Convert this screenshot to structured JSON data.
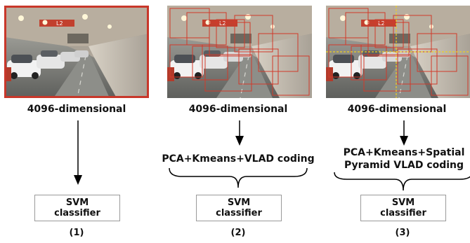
{
  "colors": {
    "highlight_box": "#d13a2a",
    "split_line": "#f0d020",
    "arrow": "#000000",
    "svm_border": "#9a9a9a"
  },
  "panels": [
    {
      "feature_label": "4096-dimensional",
      "coding_label_line1": "",
      "coding_label_line2": "",
      "svm_line1": "SVM",
      "svm_line2": "classifier",
      "caption": "(1)"
    },
    {
      "feature_label": "4096-dimensional",
      "coding_label_line1": "PCA+Kmeans+VLAD coding",
      "coding_label_line2": "",
      "svm_line1": "SVM",
      "svm_line2": "classifier",
      "caption": "(2)"
    },
    {
      "feature_label": "4096-dimensional",
      "coding_label_line1": "PCA+Kmeans+Spatial",
      "coding_label_line2": "Pyramid VLAD coding",
      "svm_line1": "SVM",
      "svm_line2": "classifier",
      "caption": "(3)"
    }
  ]
}
